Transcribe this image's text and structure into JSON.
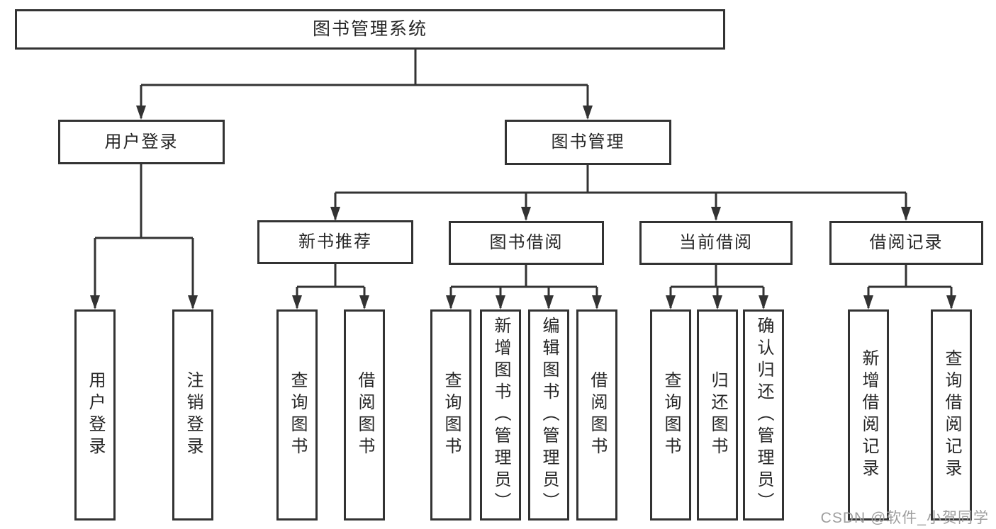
{
  "diagram_type": "functional-structure-tree",
  "colors": {
    "line": "#333333",
    "text": "#262626",
    "background": "#ffffff",
    "watermark": "#9e9e9e"
  },
  "tree": {
    "label": "图书管理系统",
    "children": [
      {
        "label": "用户登录",
        "children": [
          {
            "label": "用户登录"
          },
          {
            "label": "注销登录"
          }
        ]
      },
      {
        "label": "图书管理",
        "children": [
          {
            "label": "新书推荐",
            "children": [
              {
                "label": "查询图书"
              },
              {
                "label": "借阅图书"
              }
            ]
          },
          {
            "label": "图书借阅",
            "children": [
              {
                "label": "查询图书"
              },
              {
                "label": "新增图书（管理员）"
              },
              {
                "label": "编辑图书（管理员）"
              },
              {
                "label": "借阅图书"
              }
            ]
          },
          {
            "label": "当前借阅",
            "children": [
              {
                "label": "查询图书"
              },
              {
                "label": "归还图书"
              },
              {
                "label": "确认归还（管理员）"
              }
            ]
          },
          {
            "label": "借阅记录",
            "children": [
              {
                "label": "新增借阅记录"
              },
              {
                "label": "查询借阅记录"
              }
            ]
          }
        ]
      }
    ]
  },
  "watermark": {
    "text": "CSDN @软件_小贺同学"
  }
}
